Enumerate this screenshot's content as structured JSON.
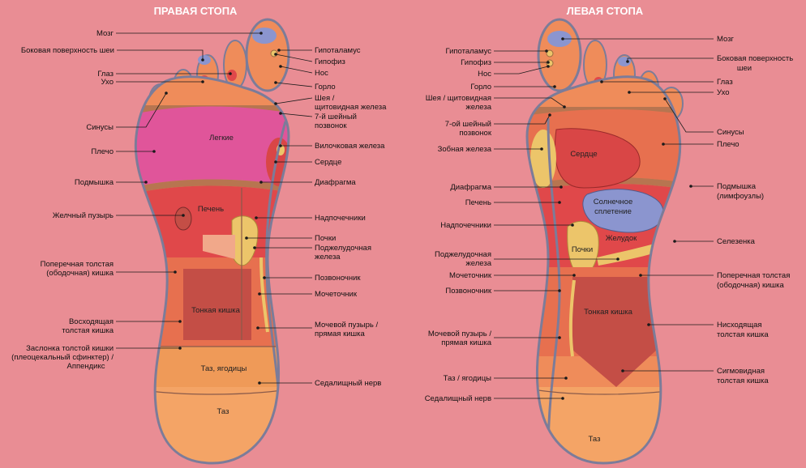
{
  "titles": {
    "right": "ПРАВАЯ СТОПА",
    "left": "ЛЕВАЯ СТОПА"
  },
  "colors": {
    "background": "#e98d94",
    "skin": "#ef8c5a",
    "lung_pink": "#e0559a",
    "liver_red": "#e0484a",
    "intestine_dark": "#c44e46",
    "pelvis_orange": "#ef9a58",
    "kidney_yellow": "#ecc56a",
    "brain_blue": "#8b95cf",
    "heart_red": "#d94646",
    "solar_plexus_blue": "#8b95cf"
  },
  "right_foot": {
    "zones": {
      "lungs": "Легкие",
      "liver": "Печень",
      "small_intestine": "Тонкая кишка",
      "pelvis_buttocks": "Таз, ягодицы",
      "pelvis": "Таз"
    },
    "labels_left": [
      "Мозг",
      "Боковая поверхность шеи",
      "Глаз",
      "Ухо",
      "Синусы",
      "Плечо",
      "Подмышка",
      "Желчный пузырь",
      "Поперечная толстая",
      "(ободочная) кишка",
      "Восходящая",
      "толстая кишка",
      "Заслонка толстой кишки",
      "(плеоцекальный сфинктер) /",
      "Аппендикс"
    ],
    "labels_right": [
      "Гипоталамус",
      "Гипофиз",
      "Нос",
      "Горло",
      "Шея /",
      "щитовидная железа",
      "7-й шейный",
      "позвонок",
      "Вилочковая железа",
      "Сердце",
      "Диафрагма",
      "Надпочечники",
      "Почки",
      "Поджелудочная",
      "железа",
      "Позвоночник",
      "Мочеточник",
      "Мочевой пузырь /",
      "прямая кишка",
      "Седалищный нерв"
    ]
  },
  "left_foot": {
    "zones": {
      "heart": "Сердце",
      "solar_plexus_1": "Солнечное",
      "solar_plexus_2": "сплетение",
      "stomach": "Желудок",
      "kidneys": "Почки",
      "small_intestine": "Тонкая кишка",
      "pelvis": "Таз"
    },
    "labels_left": [
      "Гипоталамус",
      "Гипофиз",
      "Нос",
      "Горло",
      "Шея / щитовидная",
      "железа",
      "7-ой шейный",
      "позвонок",
      "Зобная железа",
      "Диафрагма",
      "Печень",
      "Надпочечники",
      "Поджелудочная",
      "железа",
      "Мочеточник",
      "Позвоночник",
      "Мочевой пузырь /",
      "прямая кишка",
      "Таз / ягодицы",
      "Седалищный нерв"
    ],
    "labels_right": [
      "Мозг",
      "Боковая поверхность",
      "шеи",
      "Глаз",
      "Ухо",
      "Синусы",
      "Плечо",
      "Подмышка",
      "(лимфоузлы)",
      "Селезенка",
      "Поперечная толстая",
      "(ободочная) кишка",
      "Нисходящая",
      "толстая кишка",
      "Сигмовидная",
      "толстая кишка"
    ]
  }
}
